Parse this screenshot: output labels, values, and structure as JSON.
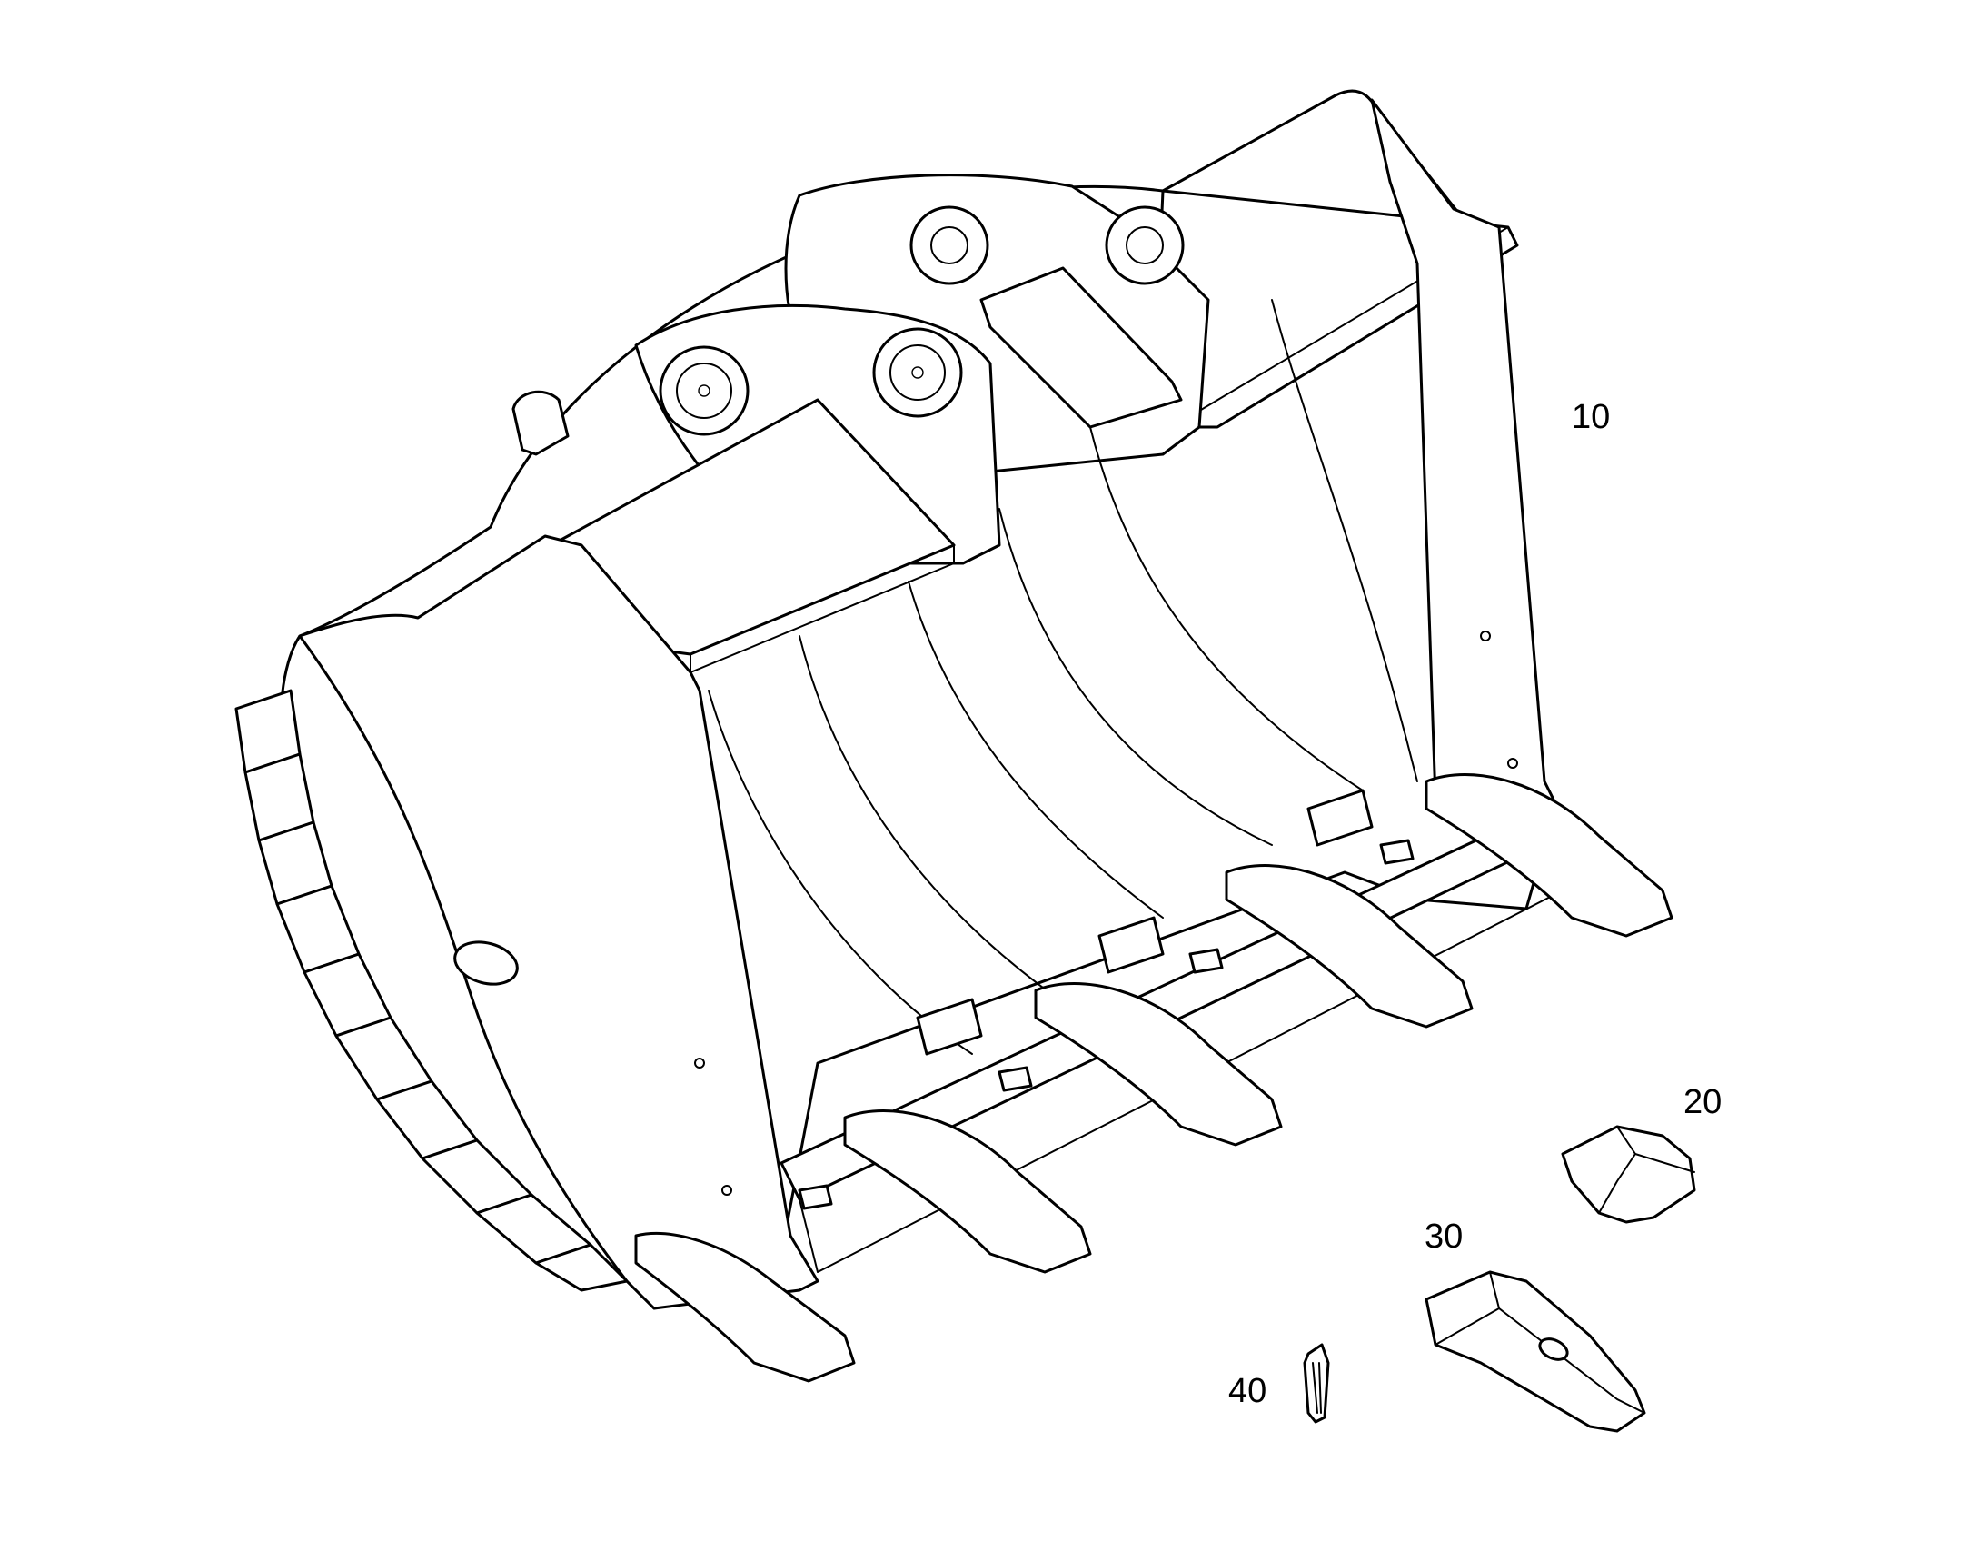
{
  "callouts": {
    "bucket": "10",
    "adapter": "20",
    "tooth": "30",
    "pin": "40"
  },
  "colors": {
    "line": "#000000",
    "background": "#ffffff"
  }
}
